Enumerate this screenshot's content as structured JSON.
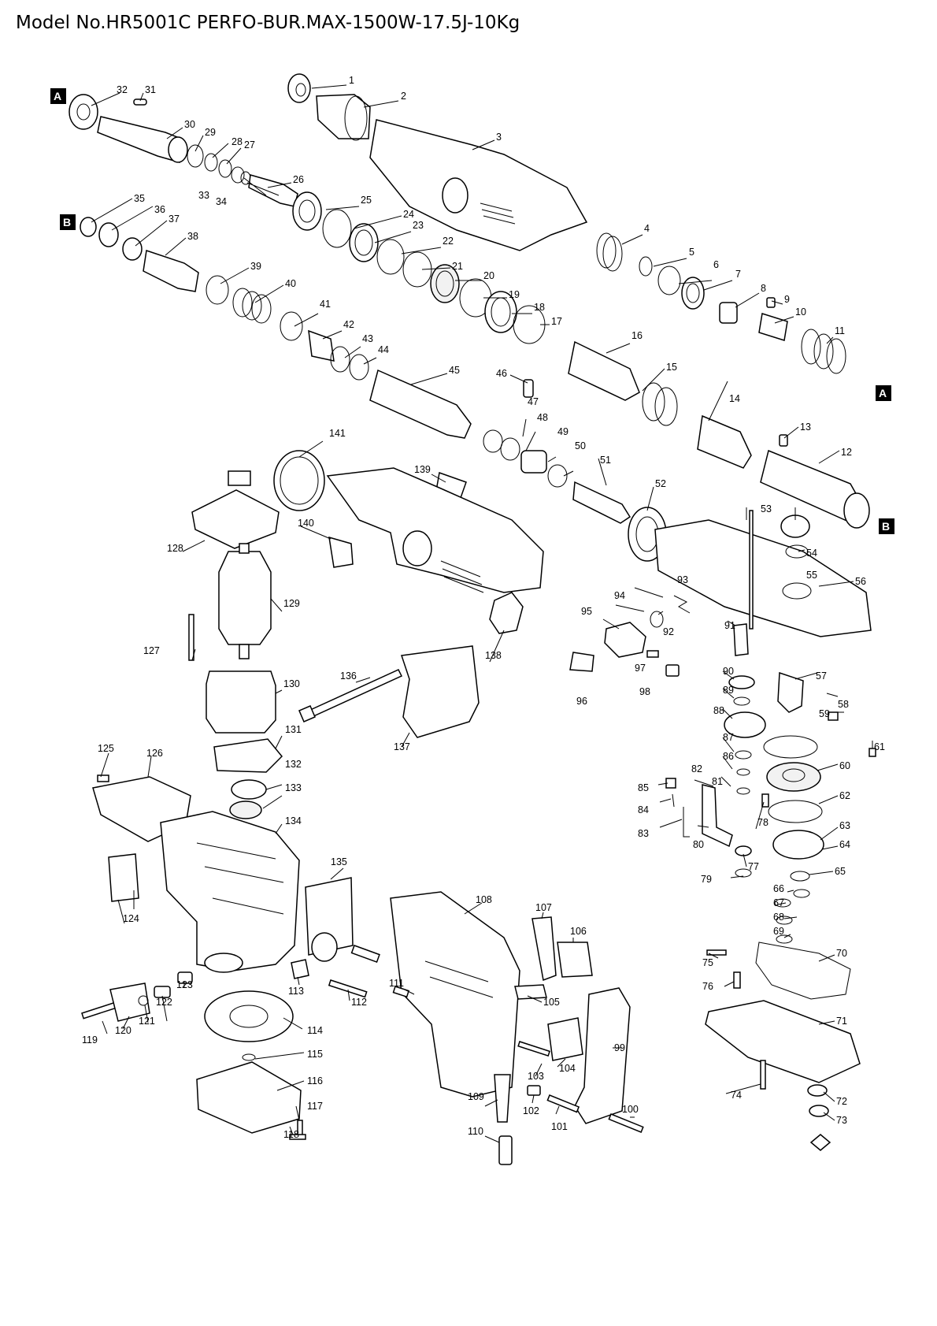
{
  "title": "Model No.HR5001C PERFO-BUR.MAX-1500W-17.5J-10Kg",
  "markers": [
    {
      "id": "A",
      "text": "A"
    },
    {
      "id": "B",
      "text": "B"
    },
    {
      "id": "A2",
      "text": "A"
    },
    {
      "id": "B2",
      "text": "B"
    }
  ],
  "labels": [
    "1",
    "2",
    "3",
    "4",
    "5",
    "6",
    "7",
    "8",
    "9",
    "10",
    "11",
    "12",
    "13",
    "14",
    "15",
    "16",
    "17",
    "18",
    "19",
    "20",
    "21",
    "22",
    "23",
    "24",
    "25",
    "26",
    "27",
    "28",
    "29",
    "30",
    "31",
    "32",
    "33",
    "34",
    "35",
    "36",
    "37",
    "38",
    "39",
    "40",
    "41",
    "42",
    "43",
    "44",
    "45",
    "46",
    "47",
    "48",
    "49",
    "50",
    "51",
    "52",
    "53",
    "54",
    "55",
    "56",
    "57",
    "58",
    "59",
    "60",
    "61",
    "62",
    "63",
    "64",
    "65",
    "66",
    "67",
    "68",
    "69",
    "70",
    "71",
    "72",
    "73",
    "74",
    "75",
    "76",
    "77",
    "78",
    "79",
    "80",
    "81",
    "82",
    "83",
    "84",
    "85",
    "86",
    "87",
    "88",
    "89",
    "90",
    "91",
    "92",
    "93",
    "94",
    "95",
    "96",
    "97",
    "98",
    "99",
    "100",
    "101",
    "102",
    "103",
    "104",
    "105",
    "106",
    "107",
    "108",
    "109",
    "110",
    "111",
    "112",
    "113",
    "114",
    "115",
    "116",
    "117",
    "118",
    "119",
    "120",
    "121",
    "122",
    "123",
    "124",
    "125",
    "126",
    "127",
    "128",
    "129",
    "130",
    "131",
    "132",
    "133",
    "134",
    "135",
    "136",
    "137",
    "138",
    "139",
    "140",
    "141"
  ]
}
